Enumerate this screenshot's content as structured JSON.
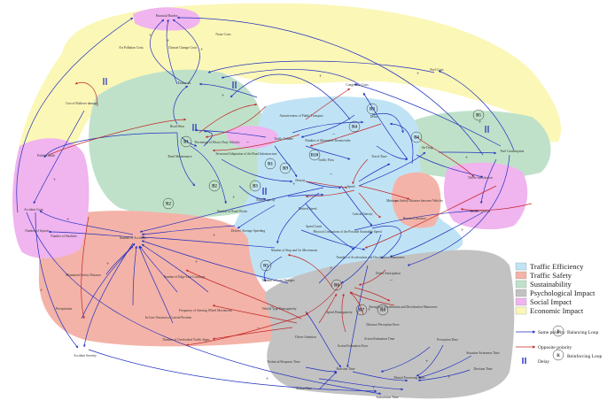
{
  "colors": {
    "efficiency": "#bfe3f4",
    "safety": "#f4b3a8",
    "sustainability": "#bfe1c9",
    "psych": "#c2c2c2",
    "social": "#f0b4ef",
    "economic": "#fbf7b7",
    "same": "#1f2fbf",
    "opposite": "#c0282a",
    "delay": "#1f2fbf"
  },
  "legend": {
    "categories": [
      {
        "label": "Traffic Efficiency",
        "color": "#bfe3f4"
      },
      {
        "label": "Traffic Safety",
        "color": "#f4b3a8"
      },
      {
        "label": "Sustainability",
        "color": "#bfe1c9"
      },
      {
        "label": "Psychological Impact",
        "color": "#c2c2c2"
      },
      {
        "label": "Social Impact",
        "color": "#f0b4ef"
      },
      {
        "label": "Economic Impact",
        "color": "#fbf7b7"
      }
    ],
    "same_polarity": "Same polarity",
    "opposite_polarity": "Opposite polarity",
    "delay": "Delay",
    "balancing": "Balancing Loop",
    "reinforcing": "Reinforcing Loop",
    "balancing_symbol": "B",
    "reinforcing_symbol": "R"
  },
  "nodes": {
    "financial_burden": "Financial Burden",
    "air_pollution_costs": "Air Pollution Costs",
    "climate_change_costs": "Climate Change Costs",
    "noise_costs": "Noise Costs",
    "fuel_costs": "Fuel Costs",
    "emissions": "Emissions",
    "cost_rollover": "Cost of Rollover damage",
    "congestion_costs": "Congestion Costs",
    "road_wear": "Road Wear",
    "road_maintenance": "Road Maintenance",
    "pct_heavy": "Percentage of Heavy Duty Vehicles",
    "structural_adaptation": "Structural Adaptation of the Road Infrastructure",
    "traffic_volume": "Traffic Volume",
    "attractiveness": "Attractiveness of Public Transport",
    "alt_routes": "Number of Alternative Routes/rides",
    "delay_node": "Delay",
    "fuel_consumption": "Fuel Consumption",
    "traffic_flow": "Traffic Flow",
    "travel_time": "Travel Time",
    "air_drag": "Air Drag",
    "driver_satisfaction": "Driver Satisfaction",
    "driver_comfort": "Driver Comfort",
    "density": "Density",
    "speed": "Speed",
    "min_safety": "Minimum Safety Distance between Vehicles",
    "reaction_distance": "Reaction Distance",
    "public_health": "Public Health",
    "accident_costs": "Accident Costs",
    "road_capacity": "Road Capacity",
    "number_road_works": "Number of Road Works",
    "desired_speed": "Desired Speed",
    "critical_density": "Critical Density",
    "speed_limit": "Speed Limit",
    "physical_limits": "Physical Limitations of the Possible Attainable Speed",
    "number_injuries": "Number of Injuries",
    "number_fatalities": "Number of Fatalities",
    "number_accidents": "Number of Accidents",
    "drivers_speeding": "Drivers' Average Speeding",
    "stop_go": "Number of Stop and Go Movements",
    "accel_decel": "Number of Acceleration and Deceleration Maneuvers",
    "maintained_safety": "Maintained Safety Distance",
    "overtaking": "Number of Edge-Line Crossings",
    "lane_changes": "Number of Lane Changes",
    "driver_anticipation": "Driver Anticipation",
    "precipitation": "Precipitation",
    "lateral_position": "In-Line Variation of Lateral Position",
    "steering": "Frequency of Steering Wheel Movements",
    "vehicle_homogeneity": "Vehicle Type Homogeneity",
    "speed_homogeneity": "Speed Homogeneity",
    "strength_accel": "Strength of Acceleration and Deceleration Maneuvers",
    "distance_perception": "Distance Perception Error",
    "overlooked_signs": "Number of Overlooked Traffic Signs",
    "action_estimation": "Action Estimation Error",
    "action_estimation_time": "Action Estimation Time",
    "driver_attention": "Driver Attention",
    "accident_severity": "Accident Severity",
    "perception_time": "Perception Time",
    "situation_awareness": "Situation Awareness Time",
    "technical_response": "Technical Response Time",
    "reaction_time": "Reaction Time",
    "mental_processing": "Mental Processing Time",
    "decision_time": "Decision Time",
    "action_time": "Action Time",
    "stimulation_time": "Stimulation Time"
  },
  "loops": [
    "B1",
    "B2",
    "B3",
    "R1",
    "R2",
    "R3",
    "R4",
    "R5",
    "R6",
    "R7",
    "R8",
    "R9",
    "R10",
    "B4",
    "B5"
  ]
}
